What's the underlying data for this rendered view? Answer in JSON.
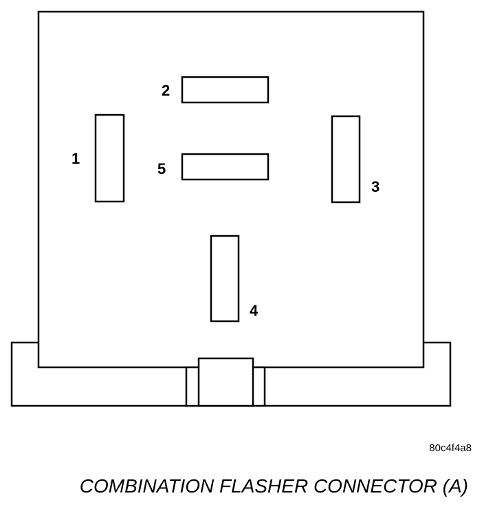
{
  "diagram": {
    "caption": "COMBINATION FLASHER CONNECTOR (A)",
    "reference_code": "80c4f4a8",
    "pins": [
      {
        "id": "1",
        "label": "1"
      },
      {
        "id": "2",
        "label": "2"
      },
      {
        "id": "3",
        "label": "3"
      },
      {
        "id": "4",
        "label": "4"
      },
      {
        "id": "5",
        "label": "5"
      }
    ],
    "colors": {
      "line": "#000000",
      "background": "#ffffff"
    }
  }
}
